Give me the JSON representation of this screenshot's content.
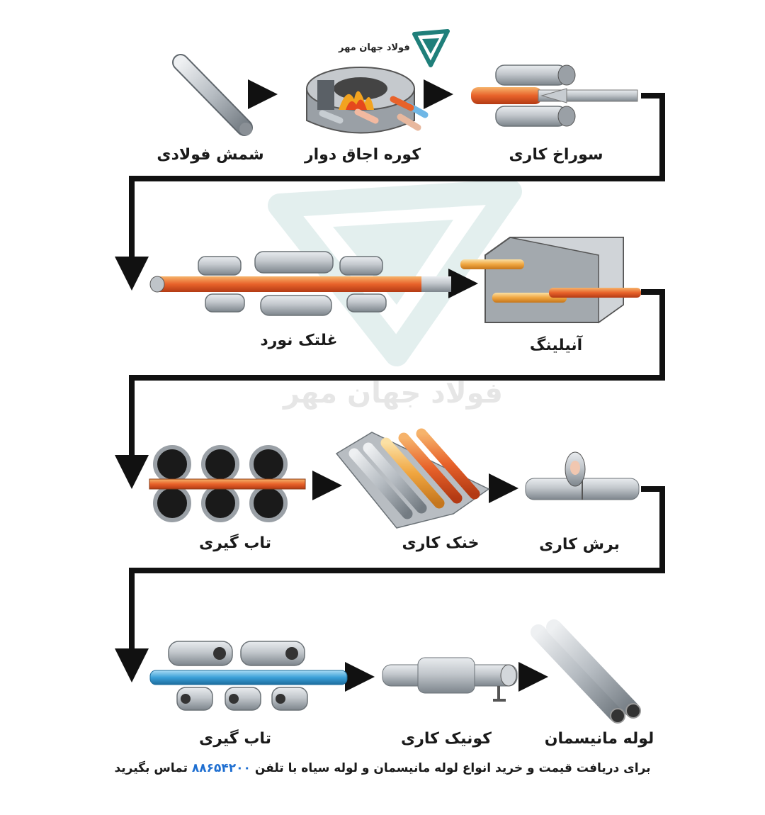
{
  "brand": {
    "name": "فولاد جهان مهر",
    "watermark": "فولاد جهان مهر",
    "logo_color": "#1f7f7a"
  },
  "steps": [
    {
      "id": "billet",
      "label": "شمش فولادی"
    },
    {
      "id": "furnace",
      "label": "کوره اجاق دوار"
    },
    {
      "id": "piercing",
      "label": "سوراخ کاری"
    },
    {
      "id": "rolling",
      "label": "غلتک نورد"
    },
    {
      "id": "annealing",
      "label": "آنیلینگ"
    },
    {
      "id": "straightening1",
      "label": "تاب گیری"
    },
    {
      "id": "cooling",
      "label": "خنک کاری"
    },
    {
      "id": "cutting",
      "label": "برش کاری"
    },
    {
      "id": "straightening2",
      "label": "تاب گیری"
    },
    {
      "id": "tapering",
      "label": "کونیک کاری"
    },
    {
      "id": "pipe",
      "label": "لوله مانیسمان"
    }
  ],
  "footer": {
    "before": "برای دریافت قیمت و خرید انواع لوله مانیسمان و لوله سیاه با تلفن",
    "phone": "۸۸۶۵۴۲۰۰",
    "after": "تماس بگیرید"
  },
  "colors": {
    "hot": "#e8622a",
    "warm": "#f0a640",
    "steel": "#b9bfc5",
    "cold": "#3aa0d8",
    "arrow": "#111111"
  }
}
